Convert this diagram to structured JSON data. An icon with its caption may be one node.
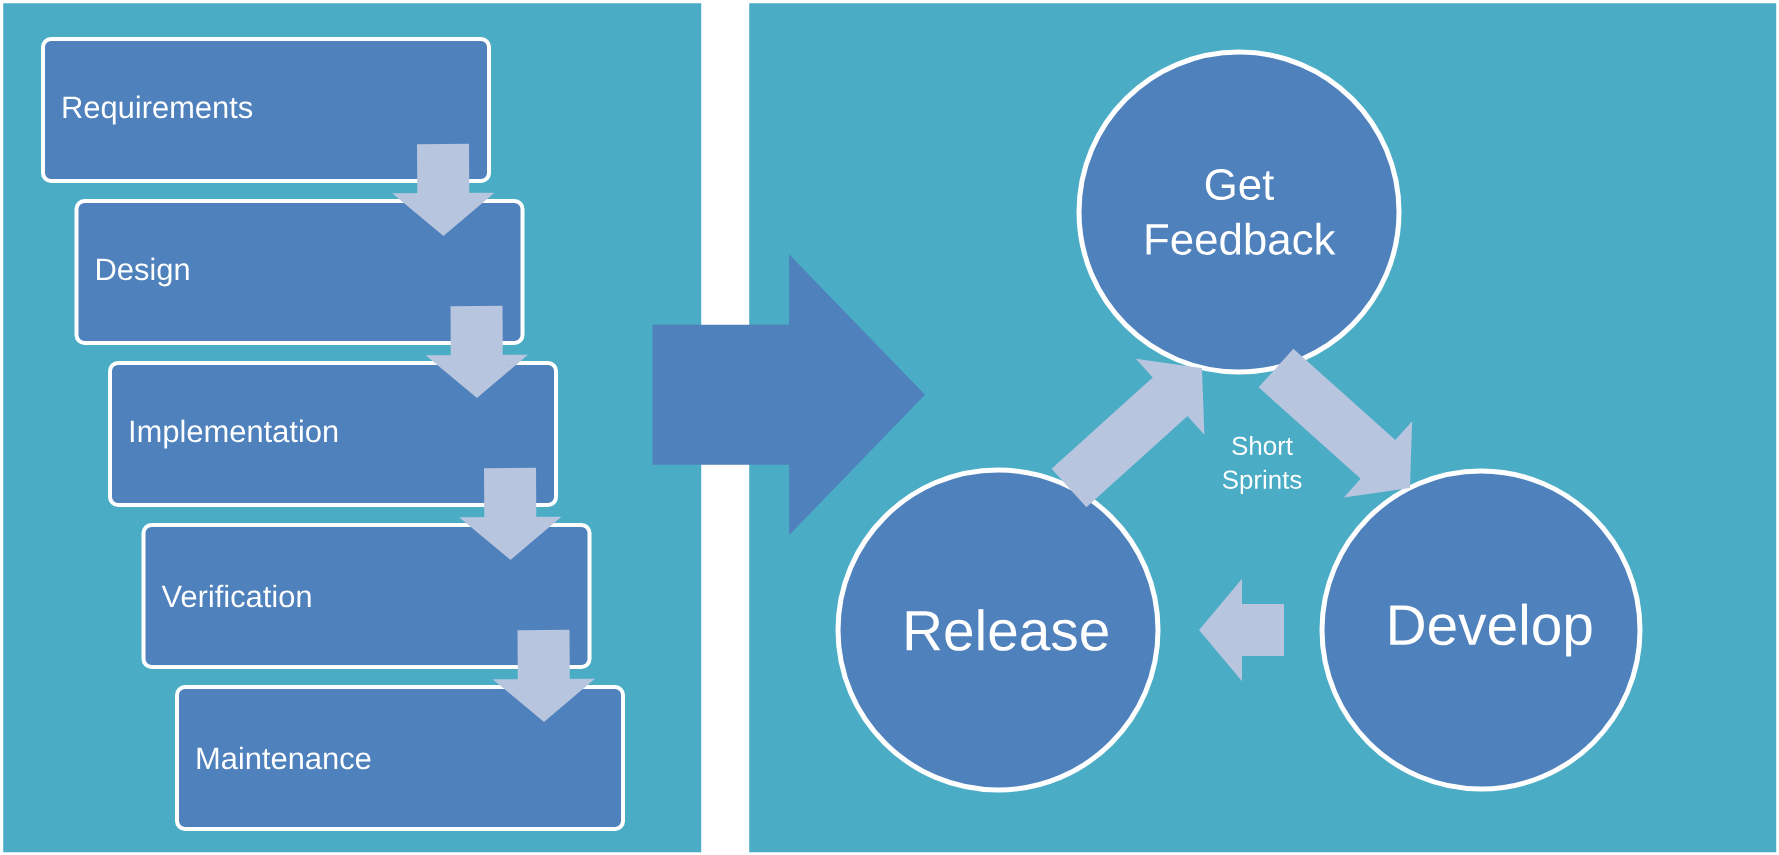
{
  "diagram": {
    "nodes": [
      {
        "text": [],
        "shape": "box"
      },
      {
        "text": [
          "Requirements"
        ],
        "in": 0
      },
      {
        "text": [
          "Design"
        ],
        "in": 0
      },
      {
        "text": [
          "Implementation"
        ],
        "in": 0
      },
      {
        "text": [
          "Verification"
        ],
        "in": 0
      },
      {
        "text": [
          "Maintenance"
        ],
        "in": 0
      },
      {
        "text": [],
        "shape": "box"
      },
      {
        "text": [
          "Get Feedback"
        ],
        "in": 6
      },
      {
        "text": [
          "Develop"
        ],
        "in": 6
      },
      {
        "text": [
          "Release"
        ],
        "in": 6
      }
    ],
    "edges": [
      {
        "from": 1,
        "to": 2,
        "arrow": "to"
      },
      {
        "from": 2,
        "to": 3,
        "arrow": "to"
      },
      {
        "from": 3,
        "to": 4,
        "arrow": "to"
      },
      {
        "from": 4,
        "to": 5,
        "arrow": "to"
      },
      {
        "from": 0,
        "to": 6,
        "arrow": "to",
        "style": "thick",
        "color": "#4f81bd"
      },
      {
        "from": 7,
        "to": 8,
        "arrow": "to"
      },
      {
        "from": 8,
        "to": 9,
        "arrow": "to"
      },
      {
        "from": 9,
        "to": 7,
        "arrow": "to"
      }
    ],
    "labels": [
      "Short Sprints"
    ]
  }
}
